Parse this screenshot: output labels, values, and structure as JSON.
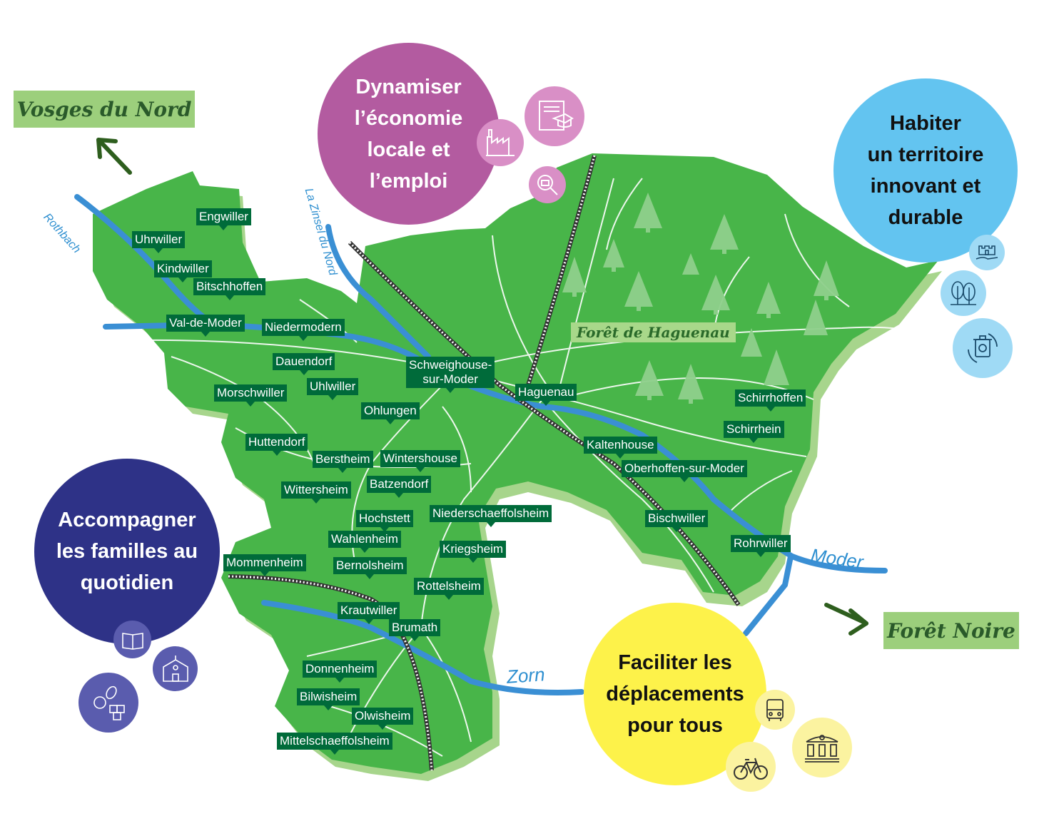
{
  "regions": {
    "vosges": "Vosges du Nord",
    "foret_noire": "Forêt Noire",
    "foret_haguenau": "Forêt de Haguenau"
  },
  "rivers": {
    "rothbach": "Rothbach",
    "zinsel": "La Zinsel du Nord",
    "moder": "Moder",
    "zorn": "Zorn"
  },
  "themes": {
    "economie": "Dynamiser\nl’économie\nlocale et\nl’emploi",
    "habiter": "Habiter\nun territoire\ninnovant et\ndurable",
    "familles": "Accompagner\nles familles au\nquotidien",
    "deplacements": "Faciliter les\ndéplacements\npour tous"
  },
  "towns": {
    "engwiller": "Engwiller",
    "uhrwiller": "Uhrwiller",
    "kindwiller": "Kindwiller",
    "bitschhoffen": "Bitschhoffen",
    "val_de_moder": "Val-de-Moder",
    "niedermodern": "Niedermodern",
    "dauendorf": "Dauendorf",
    "uhlwiller": "Uhlwiller",
    "morschwiller": "Morschwiller",
    "schweighouse": "Schweighouse-\nsur-Moder",
    "haguenau": "Haguenau",
    "ohlungen": "Ohlungen",
    "huttendorf": "Huttendorf",
    "berstheim": "Berstheim",
    "wintershouse": "Wintershouse",
    "wittersheim": "Wittersheim",
    "batzendorf": "Batzendorf",
    "hochstett": "Hochstett",
    "niederschaeffolsheim": "Niederschaeffolsheim",
    "wahlenheim": "Wahlenheim",
    "kriegsheim": "Kriegsheim",
    "mommenheim": "Mommenheim",
    "bernolsheim": "Bernolsheim",
    "rottelsheim": "Rottelsheim",
    "krautwiller": "Krautwiller",
    "brumath": "Brumath",
    "donnenheim": "Donnenheim",
    "bilwisheim": "Bilwisheim",
    "olwisheim": "Olwisheim",
    "mittelschaeffolsheim": "Mittelschaeffolsheim",
    "kaltenhouse": "Kaltenhouse",
    "oberhoffen": "Oberhoffen-sur-Moder",
    "bischwiller": "Bischwiller",
    "rohrwiller": "Rohrwiller",
    "schirrhoffen": "Schirrhoffen",
    "schirrhein": "Schirrhein"
  },
  "icons": {
    "diploma": "diploma-icon",
    "factory": "factory-icon",
    "job_search": "job-search-icon",
    "castle": "castle-hand-icon",
    "trees": "trees-icon",
    "recycle": "recycle-bin-icon",
    "book": "book-icon",
    "school": "school-icon",
    "toys": "toys-icon",
    "bus": "bus-icon",
    "bike": "bicycle-icon",
    "station": "train-station-icon"
  },
  "colors": {
    "territory": "#48b549",
    "territory_shadow": "#a7d58c",
    "river": "#3a8fd4",
    "town_label": "#006b3a",
    "economie": "#b35ba0",
    "habiter": "#63c4f0",
    "familles": "#2e3287",
    "deplacements": "#fdf24a"
  }
}
